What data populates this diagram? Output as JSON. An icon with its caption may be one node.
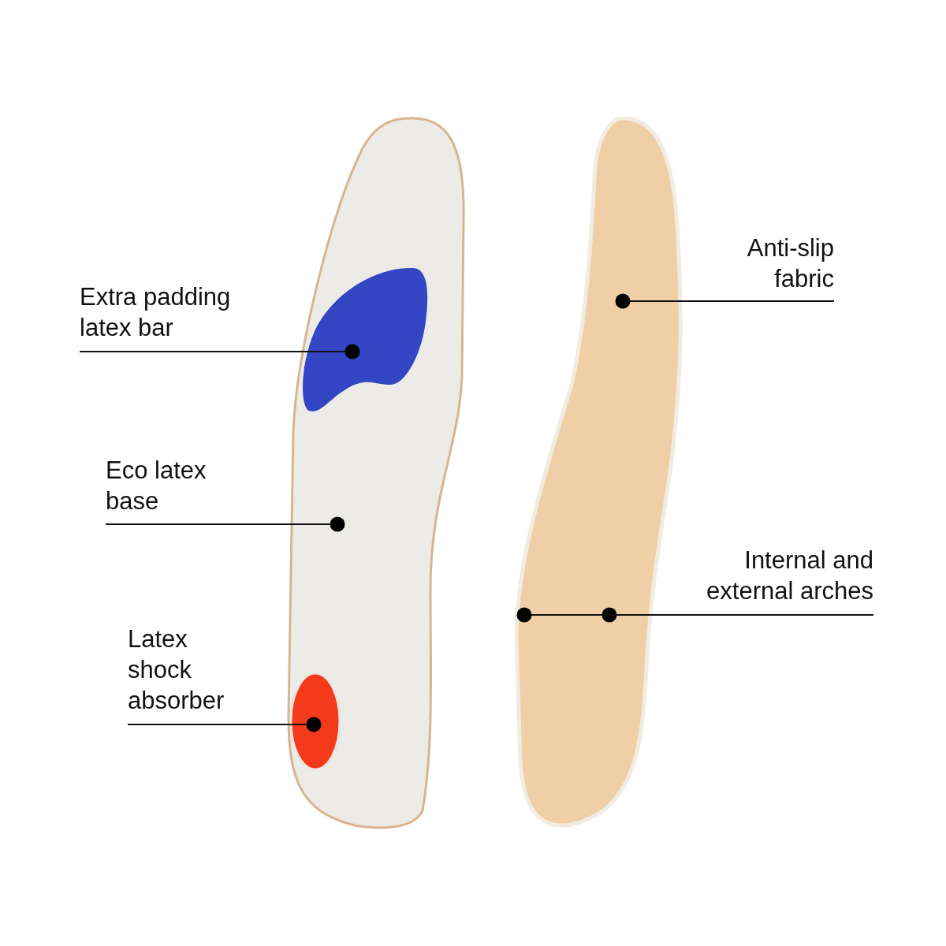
{
  "diagram": {
    "nodes": [
      {
        "text": [],
        "shape": "picture"
      },
      {
        "text": [],
        "shape": "picture",
        "in": 0
      },
      {
        "text": [],
        "shape": "circle",
        "in": 0
      },
      {
        "text": [],
        "shape": "picture"
      },
      {
        "text": [
          "Extra padding latex bar"
        ]
      },
      {
        "text": [
          "Eco latex base"
        ]
      },
      {
        "text": [
          "Latex shock absorber"
        ]
      },
      {
        "text": [
          "Anti-slip fabric"
        ]
      },
      {
        "text": [
          "Internal and external arches"
        ]
      }
    ],
    "edges": [
      {
        "from": 4,
        "to": 1,
        "arrow": "other"
      },
      {
        "from": 5,
        "to": 0,
        "arrow": "other"
      },
      {
        "from": 6,
        "to": 2,
        "arrow": "other"
      },
      {
        "from": 7,
        "to": 3,
        "arrow": "other"
      },
      {
        "from": 8,
        "to": 3,
        "arrow": "other"
      },
      {
        "from": 8,
        "to": 3,
        "arrow": "other"
      }
    ]
  }
}
